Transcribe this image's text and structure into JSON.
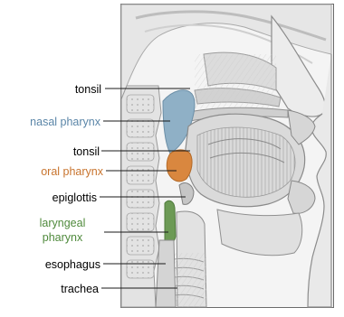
{
  "title": "",
  "colors": {
    "default": "#1a1a1a",
    "nasal_pharynx": "#5b86a8",
    "oral_pharynx": "#c8742e",
    "laryngeal_pharynx": "#4f8a3c",
    "nasal_fill": "#8fb0c6",
    "oral_fill": "#d9873f",
    "laryngeal_fill": "#6c9a55"
  },
  "labels": {
    "tonsil_upper": "tonsil",
    "nasal_pharynx": "nasal pharynx",
    "tonsil_lower": "tonsil",
    "oral_pharynx": "oral pharynx",
    "epiglottis": "epiglottis",
    "laryngeal_line1": "laryngeal",
    "laryngeal_line2": "pharynx",
    "esophagus": "esophagus",
    "trachea": "trachea"
  }
}
